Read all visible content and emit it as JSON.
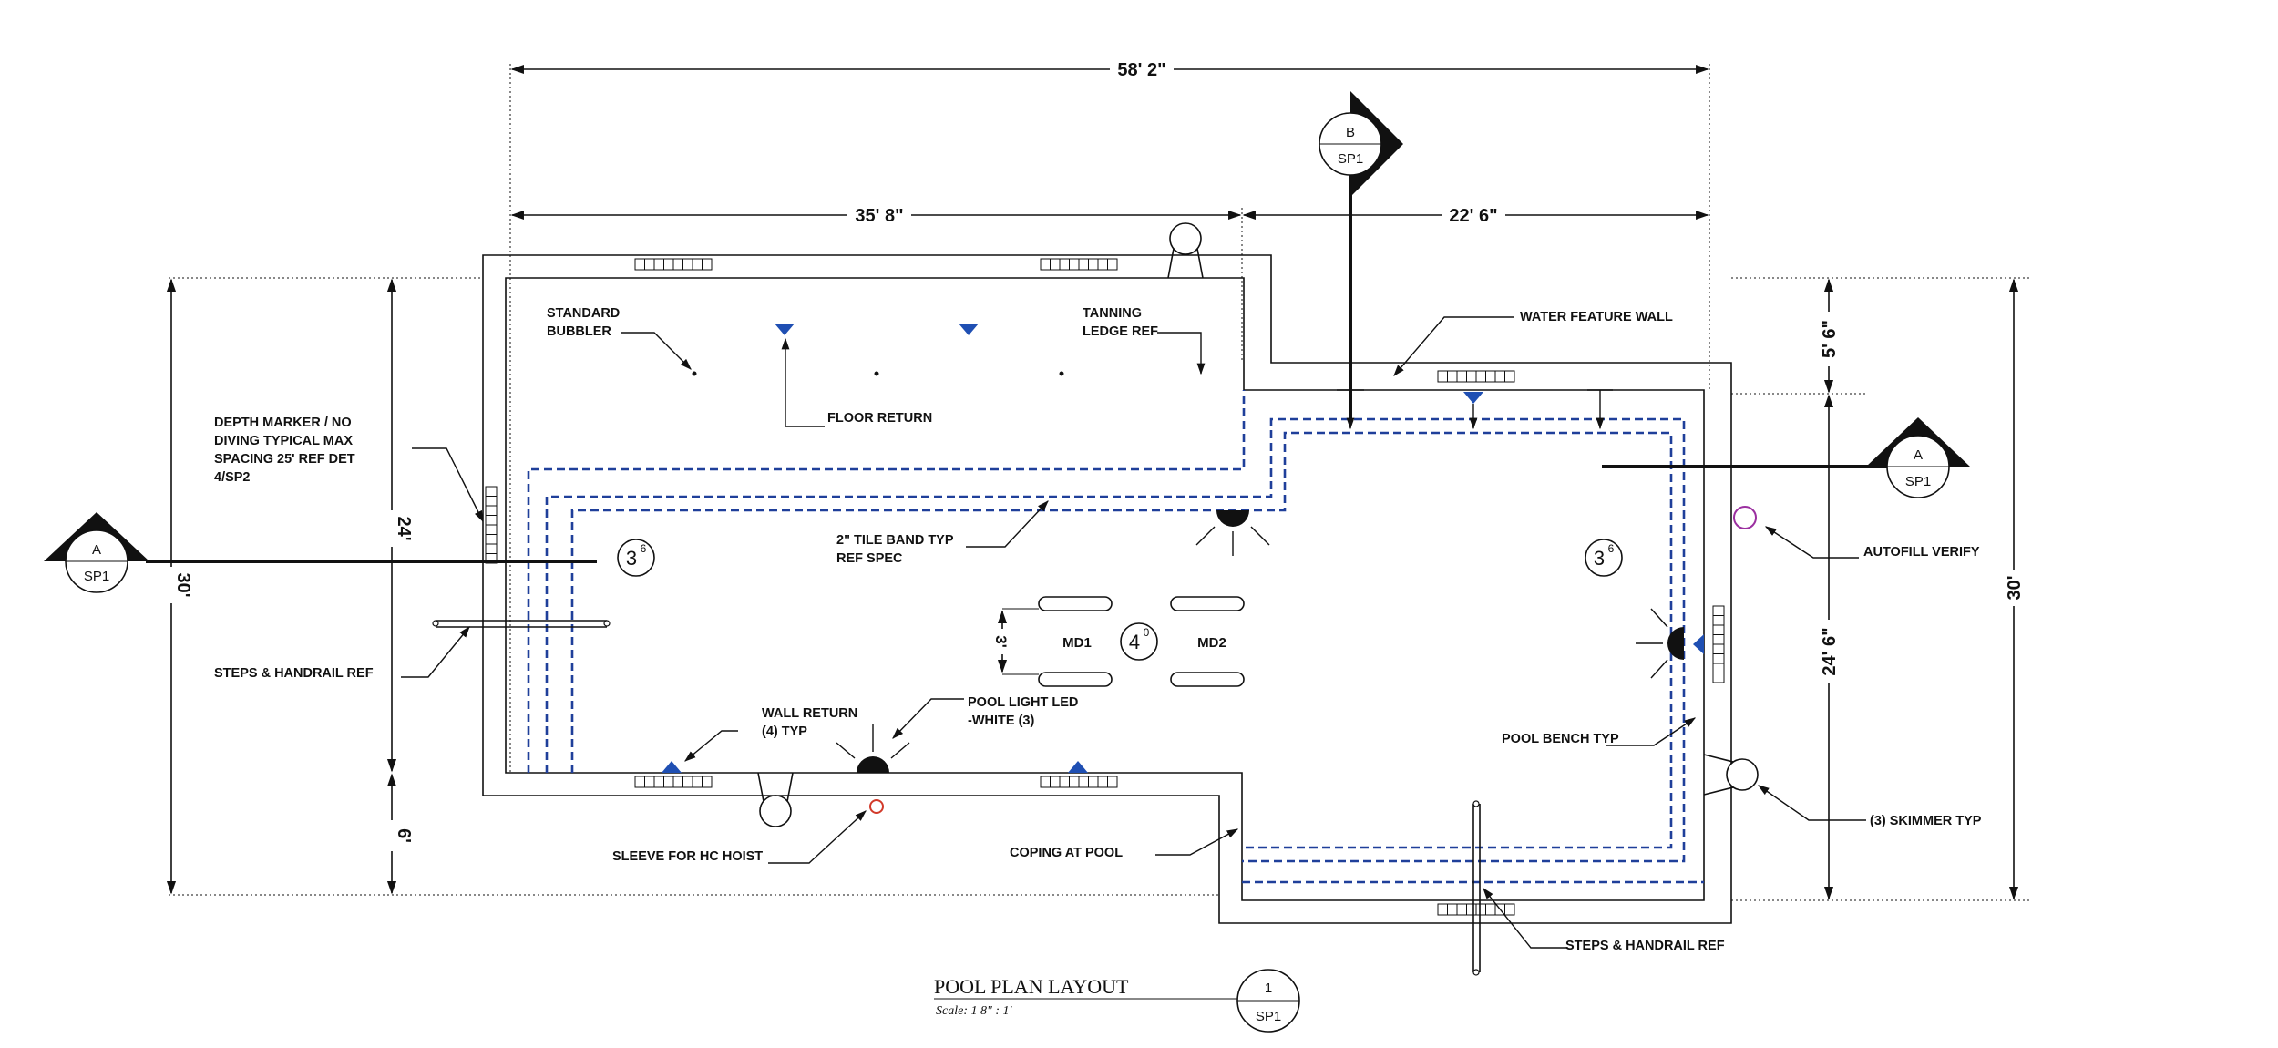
{
  "drawing": {
    "title": "POOL PLAN LAYOUT",
    "scale": "Scale: 1 8\" : 1'",
    "detail_number": "1",
    "sheet": "SP1"
  },
  "dimensions": {
    "overall_length": "58' 2\"",
    "left_length": "35' 8\"",
    "right_length": "22' 6\"",
    "overall_width_left": "30'",
    "pool_width_left": "24'",
    "step_offset_left": "6'",
    "ledge_offset_right": "5' 6\"",
    "pool_width_right": "24' 6\"",
    "overall_width_right": "30'",
    "step_depth": "3'"
  },
  "section_markers": {
    "a_left": {
      "letter": "A",
      "sheet": "SP1"
    },
    "a_right": {
      "letter": "A",
      "sheet": "SP1"
    },
    "b_top": {
      "letter": "B",
      "sheet": "SP1"
    }
  },
  "depths": {
    "shallow_left": {
      "feet": "3",
      "inches": "6"
    },
    "middle": {
      "feet": "4",
      "inches": "0"
    },
    "shallow_right": {
      "feet": "3",
      "inches": "6"
    }
  },
  "markers": {
    "md1": "MD1",
    "md2": "MD2"
  },
  "notes": {
    "standard_bubbler": [
      "STANDARD",
      "BUBBLER"
    ],
    "floor_return": "FLOOR RETURN",
    "tanning_ledge": [
      "TANNING",
      "LEDGE REF"
    ],
    "water_feature_wall": "WATER FEATURE WALL",
    "depth_marker": [
      "DEPTH MARKER / NO",
      "DIVING TYPICAL MAX",
      "SPACING 25' REF DET",
      "4/SP2"
    ],
    "tile_band": [
      "2\" TILE BAND TYP",
      "REF SPEC"
    ],
    "autofill": "AUTOFILL VERIFY",
    "steps_handrail_left": "STEPS & HANDRAIL REF",
    "wall_return": [
      "WALL RETURN",
      "(4) TYP"
    ],
    "pool_light": [
      "POOL LIGHT LED",
      "-WHITE (3)"
    ],
    "pool_bench": "POOL BENCH TYP",
    "sleeve_hoist": "SLEEVE FOR HC HOIST",
    "coping": "COPING AT POOL",
    "skimmer": "(3) SKIMMER TYP",
    "steps_handrail_bottom": "STEPS & HANDRAIL REF"
  },
  "colors": {
    "linework": "#111111",
    "tile_band": "#1f3f9a",
    "return_fitting": "#1f4fb3",
    "autofill": "#9b2fa0",
    "hoist_sleeve": "#d23a2a"
  }
}
